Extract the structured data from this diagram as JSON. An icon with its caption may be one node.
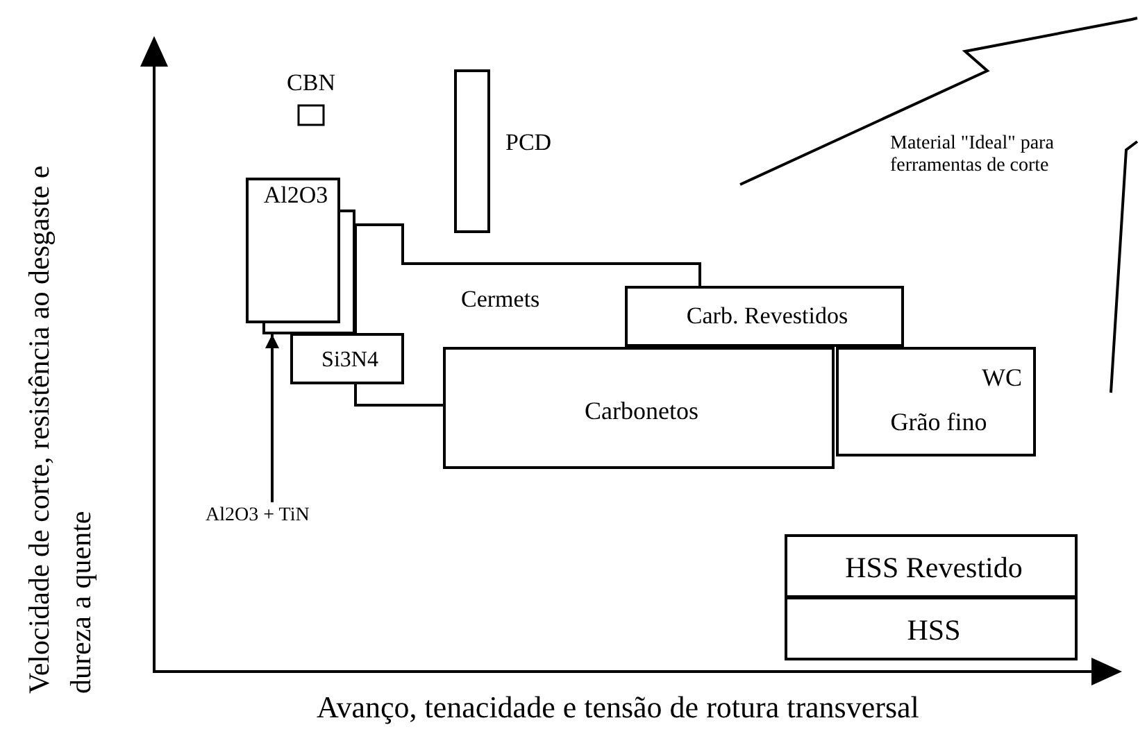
{
  "diagram": {
    "nodes": [
      {
        "text": [
          "CBN"
        ]
      },
      {
        "text": [],
        "shape": "bar",
        "beside": [
          "PCD"
        ]
      },
      {
        "text": [
          "Al2O3"
        ]
      },
      {
        "text": [],
        "shape": "box"
      },
      {
        "text": [
          "Si3N4"
        ]
      },
      {
        "text": [
          "Cermets"
        ]
      },
      {
        "text": [
          "Carb. Revestidos"
        ]
      },
      {
        "text": [
          "WC",
          "Grão fino"
        ]
      },
      {
        "text": [
          "Carbonetos"
        ]
      },
      {
        "text": [
          "HSS Revestido"
        ]
      },
      {
        "text": [
          "HSS"
        ]
      },
      {
        "text": [
          "Al2O3 + TiN"
        ]
      },
      {
        "text": [
          "Material \"Ideal\" para ferramentas de corte"
        ]
      }
    ],
    "edges": [
      {
        "from": 11,
        "to": 3,
        "arrow": "to"
      }
    ],
    "labels": [
      "Velocidade de corte, resistência ao desgaste e dureza a quente",
      "Avanço, tenacidade e tensão de rotura transversal"
    ]
  }
}
